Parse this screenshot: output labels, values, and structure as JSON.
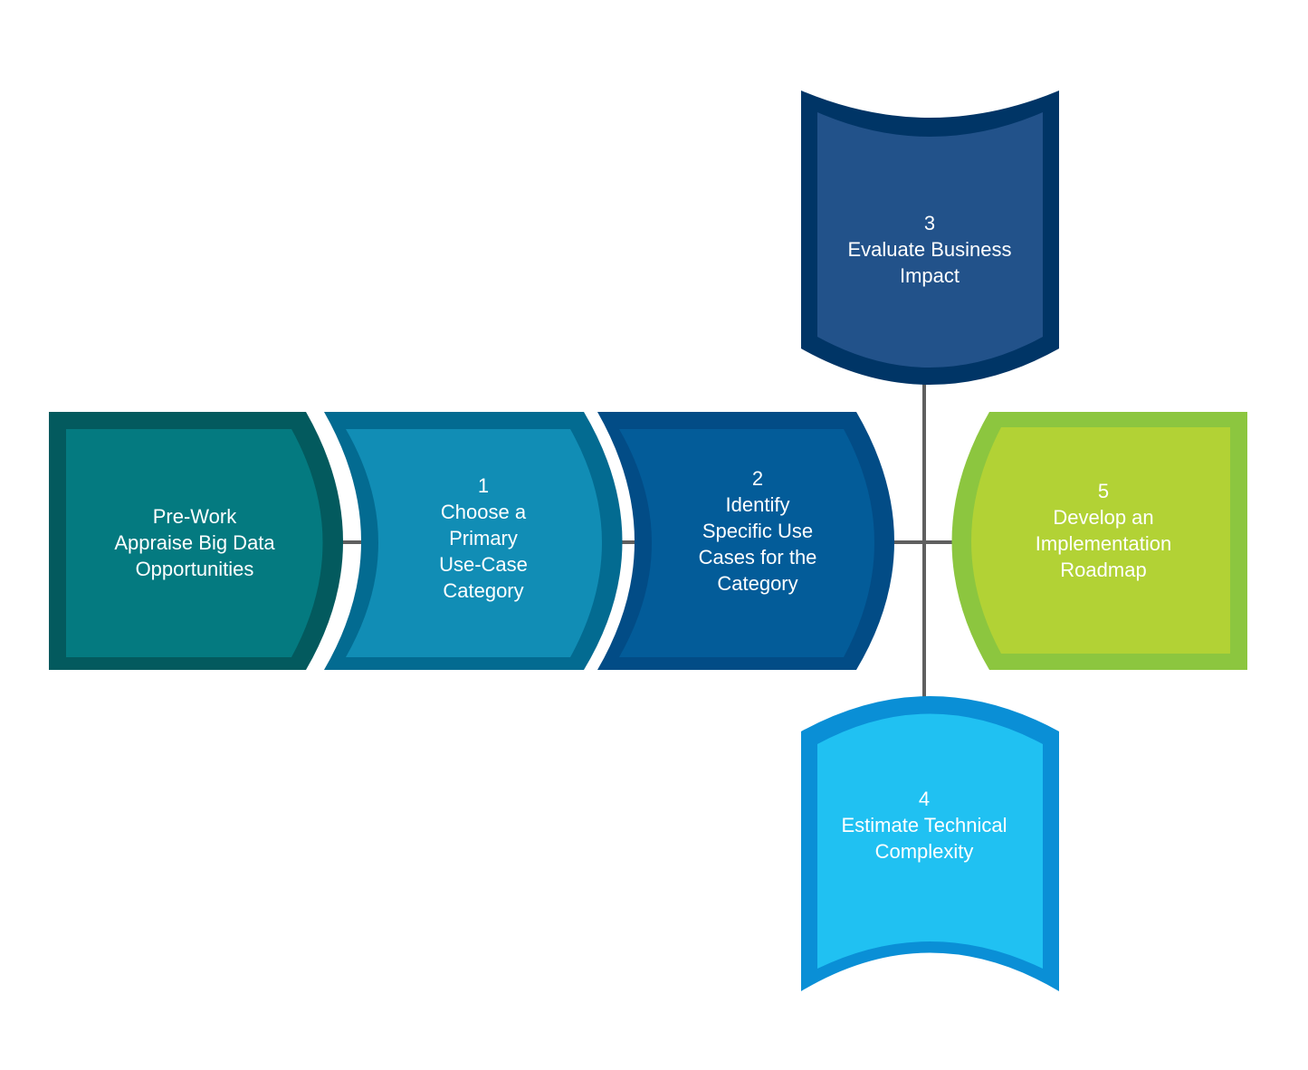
{
  "colors": {
    "connector": "#5f5f5f",
    "prework": {
      "outer": "#035a5e",
      "inner": "#047a80"
    },
    "step1": {
      "outer": "#036b91",
      "inner": "#118db5"
    },
    "step2": {
      "outer": "#024c86",
      "inner": "#035c99"
    },
    "step3": {
      "outer": "#003566",
      "inner": "#22528a"
    },
    "step4": {
      "outer": "#0a8fd6",
      "inner": "#20c1f2"
    },
    "step5": {
      "outer": "#8cc63f",
      "inner": "#b2d235"
    }
  },
  "nodes": {
    "prework": {
      "lines": [
        "Pre-Work",
        "Appraise Big Data",
        "Opportunities"
      ]
    },
    "step1": {
      "lines": [
        "1",
        "Choose a",
        "Primary",
        "Use-Case",
        "Category"
      ]
    },
    "step2": {
      "lines": [
        "2",
        "Identify",
        "Specific Use",
        "Cases for the",
        "Category"
      ]
    },
    "step3": {
      "lines": [
        "3",
        "Evaluate Business",
        "Impact"
      ]
    },
    "step4": {
      "lines": [
        "4",
        "Estimate Technical",
        "Complexity"
      ]
    },
    "step5": {
      "lines": [
        "5",
        "Develop an",
        "Implementation",
        "Roadmap"
      ]
    }
  }
}
